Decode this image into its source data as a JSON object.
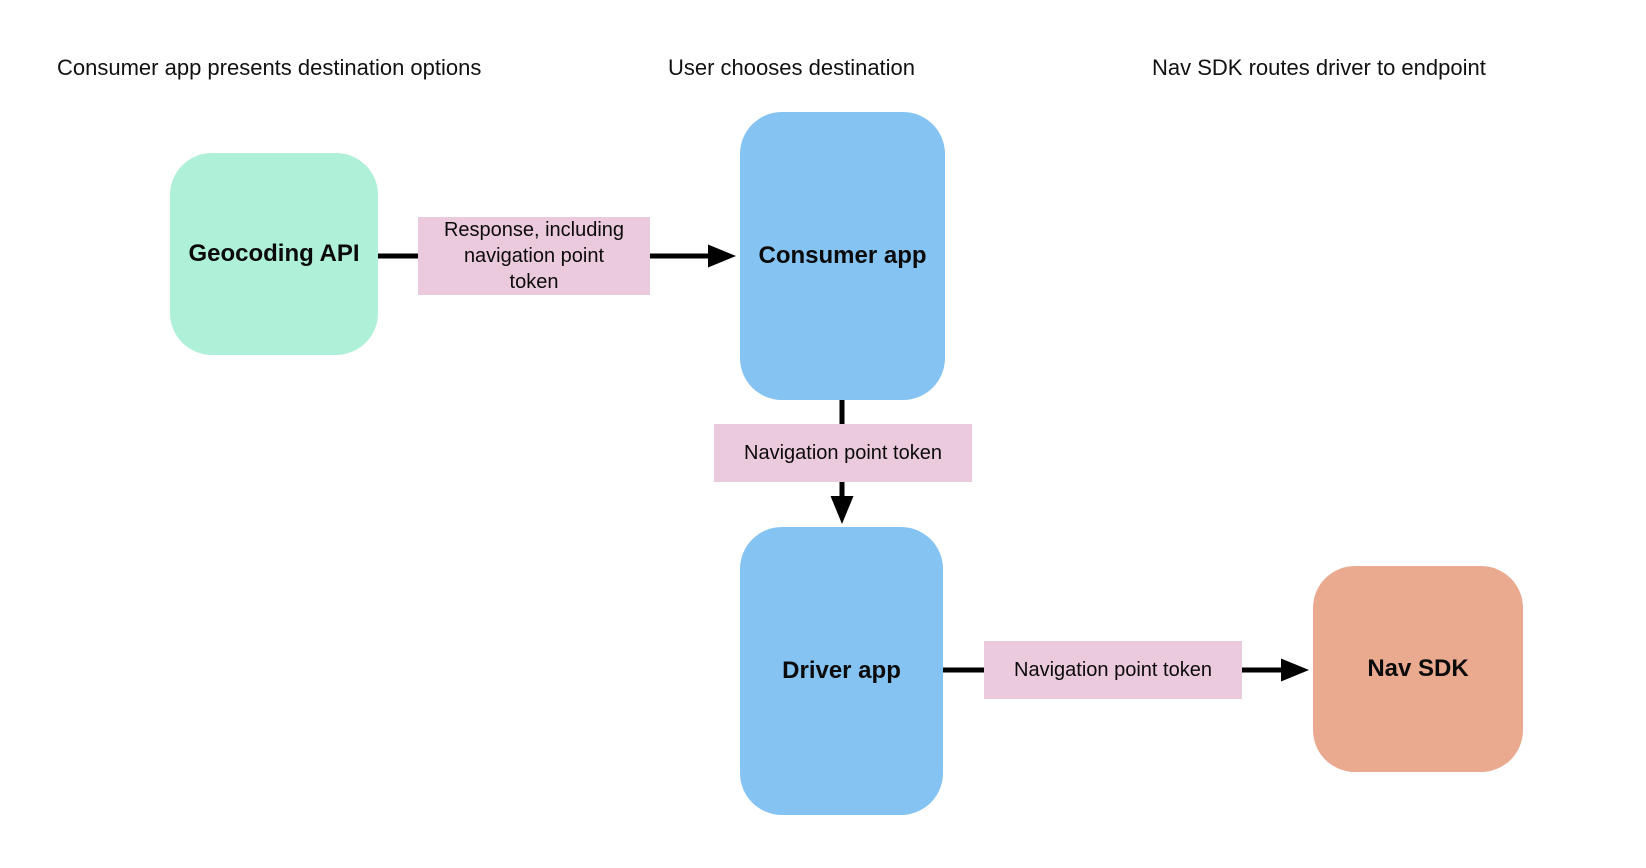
{
  "headers": {
    "col1": "Consumer app presents destination options",
    "col2": "User chooses destination",
    "col3": "Nav SDK routes driver to endpoint"
  },
  "nodes": {
    "geocoding_api": {
      "label": "Geocoding API",
      "fill": "#aff0d9"
    },
    "consumer_app": {
      "label": "Consumer app",
      "fill": "#85c3f2"
    },
    "driver_app": {
      "label": "Driver app",
      "fill": "#85c3f2"
    },
    "nav_sdk": {
      "label": "Nav SDK",
      "fill": "#e9aa8f"
    }
  },
  "edges": {
    "geocoding_to_consumer": {
      "label": "Response, including navigation point token",
      "bg": "#eccade"
    },
    "consumer_to_driver": {
      "label": "Navigation point token",
      "bg": "#eccade"
    },
    "driver_to_nav_sdk": {
      "label": "Navigation point token",
      "bg": "#eccade"
    }
  },
  "colors": {
    "background": "#ffffff",
    "arrow": "#000000",
    "text": "#111111"
  }
}
